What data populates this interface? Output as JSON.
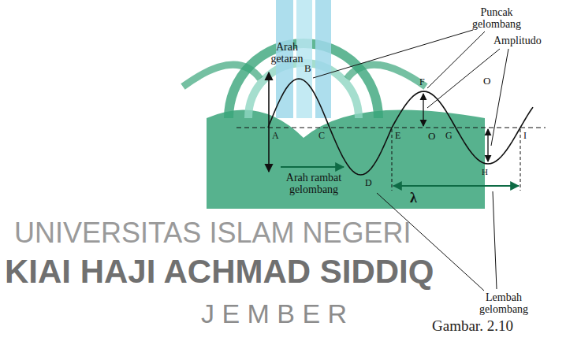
{
  "diagram": {
    "caption": "Gambar. 2.10",
    "labels": [
      "Puncak gelombang",
      "Arah getaran",
      "Amplitudo",
      "B",
      "F",
      "O",
      "A",
      "C",
      "E",
      "O",
      "G",
      "I",
      "H",
      "D",
      "Arah rambat gelombang",
      "λ",
      "UNIVERSITAS ISLAM NEGERI",
      "KIAI HAJI ACHMAD SIDDIQ",
      "Lembah gelombang",
      "J E M B E R"
    ]
  }
}
